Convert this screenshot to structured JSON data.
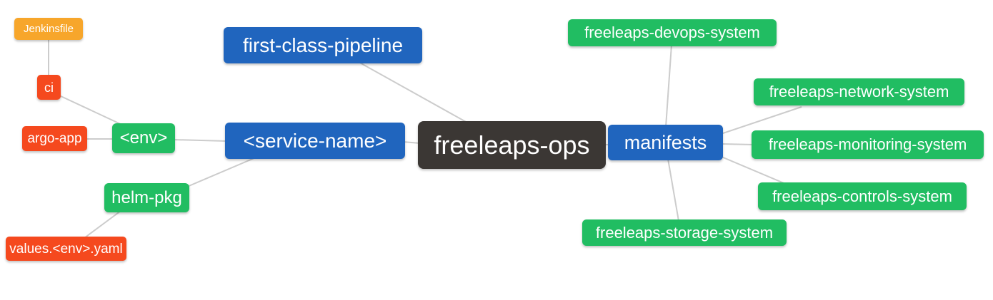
{
  "diagram": {
    "type": "mindmap",
    "background": "#ffffff",
    "edge_color": "#cccccc",
    "palette": {
      "blue": "#2065be",
      "green": "#21bd62",
      "orange": "#f7a62b",
      "red_orange": "#f5491e",
      "dark": "#3b3734"
    },
    "nodes": {
      "root": {
        "label": "freeleaps-ops",
        "color": "#3b3734"
      },
      "first_class_pipeline": {
        "label": "first-class-pipeline",
        "color": "#2065be"
      },
      "service_name": {
        "label": "<service-name>",
        "color": "#2065be"
      },
      "manifests": {
        "label": "manifests",
        "color": "#2065be"
      },
      "env": {
        "label": "<env>",
        "color": "#21bd62"
      },
      "helm_pkg": {
        "label": "helm-pkg",
        "color": "#21bd62"
      },
      "jenkinsfile": {
        "label": "Jenkinsfile",
        "color": "#f7a62b"
      },
      "ci": {
        "label": "ci",
        "color": "#f5491e"
      },
      "argo_app": {
        "label": "argo-app",
        "color": "#f5491e"
      },
      "values_env_yaml": {
        "label": "values.<env>.yaml",
        "color": "#f5491e"
      },
      "devops_system": {
        "label": "freeleaps-devops-system",
        "color": "#21bd62"
      },
      "network_system": {
        "label": "freeleaps-network-system",
        "color": "#21bd62"
      },
      "monitoring_system": {
        "label": "freeleaps-monitoring-system",
        "color": "#21bd62"
      },
      "controls_system": {
        "label": "freeleaps-controls-system",
        "color": "#21bd62"
      },
      "storage_system": {
        "label": "freeleaps-storage-system",
        "color": "#21bd62"
      }
    },
    "edges": [
      {
        "from": "jenkinsfile",
        "to": "ci"
      },
      {
        "from": "ci",
        "to": "env"
      },
      {
        "from": "argo_app",
        "to": "env"
      },
      {
        "from": "env",
        "to": "service_name"
      },
      {
        "from": "helm_pkg",
        "to": "service_name"
      },
      {
        "from": "values_env_yaml",
        "to": "helm_pkg"
      },
      {
        "from": "first_class_pipeline",
        "to": "root"
      },
      {
        "from": "service_name",
        "to": "root"
      },
      {
        "from": "manifests",
        "to": "root"
      },
      {
        "from": "devops_system",
        "to": "manifests"
      },
      {
        "from": "network_system",
        "to": "manifests"
      },
      {
        "from": "monitoring_system",
        "to": "manifests"
      },
      {
        "from": "controls_system",
        "to": "manifests"
      },
      {
        "from": "storage_system",
        "to": "manifests"
      }
    ]
  }
}
